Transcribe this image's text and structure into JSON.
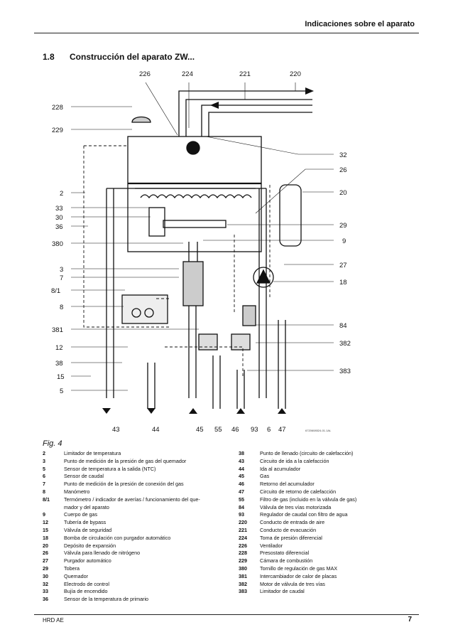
{
  "header": {
    "title": "Indicaciones sobre el aparato"
  },
  "section": {
    "number": "1.8",
    "title": "Construcción del aparato ZW..."
  },
  "diagram": {
    "labels_top": [
      "226",
      "224",
      "221",
      "220"
    ],
    "labels_left": [
      "228",
      "229",
      "2",
      "33",
      "30",
      "36",
      "380",
      "3",
      "7",
      "8/1",
      "8",
      "381",
      "12",
      "38",
      "15",
      "5"
    ],
    "labels_right": [
      "32",
      "26",
      "20",
      "29",
      "9",
      "27",
      "18",
      "84",
      "382",
      "383"
    ],
    "labels_bottom": [
      "43",
      "44",
      "45",
      "55",
      "46",
      "93",
      "6",
      "47"
    ],
    "code": "6720608524-01.1AL"
  },
  "figure": {
    "caption": "Fig. 4"
  },
  "legend_left": [
    {
      "k": "2",
      "v": "Limitador de temperatura"
    },
    {
      "k": "3",
      "v": "Punto de medición de la presión de gas del quemador"
    },
    {
      "k": "5",
      "v": "Sensor de temperatura a la salida (NTC)"
    },
    {
      "k": "6",
      "v": "Sensor de caudal"
    },
    {
      "k": "7",
      "v": "Punto de medición de la presión de conexión del gas"
    },
    {
      "k": "8",
      "v": "Manómetro"
    },
    {
      "k": "8/1",
      "v": "Termómetro / indicador de averías / funcionamiento del que-"
    },
    {
      "k": "",
      "v": "mador y del aparato"
    },
    {
      "k": "9",
      "v": "Cuerpo de gas"
    },
    {
      "k": "12",
      "v": "Tubería de bypass"
    },
    {
      "k": "15",
      "v": "Válvula de seguridad"
    },
    {
      "k": "18",
      "v": "Bomba de circulación con purgador automático"
    },
    {
      "k": "20",
      "v": "Depósito de expansión"
    },
    {
      "k": "26",
      "v": "Válvula para llenado de nitrógeno"
    },
    {
      "k": "27",
      "v": "Purgador automático"
    },
    {
      "k": "29",
      "v": "Tobera"
    },
    {
      "k": "30",
      "v": "Quemador"
    },
    {
      "k": "32",
      "v": "Electrodo de control"
    },
    {
      "k": "33",
      "v": "Bujía de encendido"
    },
    {
      "k": "36",
      "v": "Sensor de la temperatura de primario"
    }
  ],
  "legend_right": [
    {
      "k": "38",
      "v": "Punto de llenado (circuito de calefacción)"
    },
    {
      "k": "43",
      "v": "Circuito de ida a la calefacción"
    },
    {
      "k": "44",
      "v": "Ida al acumulador"
    },
    {
      "k": "45",
      "v": "Gas"
    },
    {
      "k": "46",
      "v": "Retorno del acumulador"
    },
    {
      "k": "47",
      "v": "Circuito de retorno de calefacción"
    },
    {
      "k": "55",
      "v": "Filtro de gas (incluido en la válvula de gas)"
    },
    {
      "k": "84",
      "v": "Válvula de tres vías motorizada"
    },
    {
      "k": "93",
      "v": "Regulador de caudal con filtro de agua"
    },
    {
      "k": "220",
      "v": "Conducto de entrada de aire"
    },
    {
      "k": "221",
      "v": "Conducto de evacuación"
    },
    {
      "k": "224",
      "v": "Toma de presión diferencial"
    },
    {
      "k": "226",
      "v": "Ventilador"
    },
    {
      "k": "228",
      "v": "Presostato diferencial"
    },
    {
      "k": "229",
      "v": "Cámara de combustión"
    },
    {
      "k": "380",
      "v": "Tornillo de regulación de gas MAX"
    },
    {
      "k": "381",
      "v": "Intercambiador de calor de placas"
    },
    {
      "k": "382",
      "v": "Motor de válvula de tres vías"
    },
    {
      "k": "383",
      "v": "Limitador de caudal"
    }
  ],
  "footer": {
    "left": "HRD AE",
    "page": "7"
  }
}
